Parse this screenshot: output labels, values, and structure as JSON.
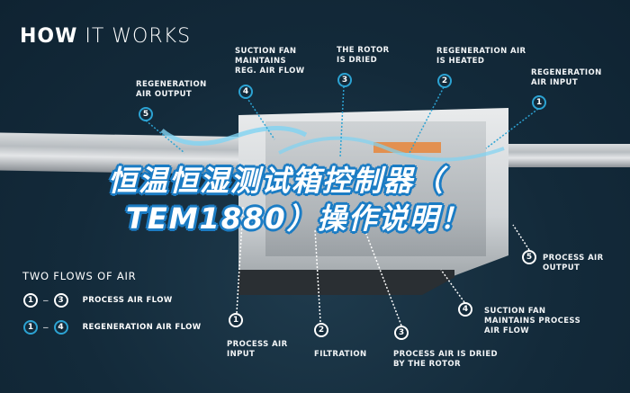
{
  "header": {
    "title_bold": "HOW",
    "title_rest": " IT WORKS"
  },
  "overlay_title": {
    "line1": "恒温恒湿测试箱控制器（",
    "line2": "TEM1880）操作说明！"
  },
  "top_labels": [
    {
      "num": "5",
      "text": "REGENERATION\nAIR OUTPUT"
    },
    {
      "num": "4",
      "text": "SUCTION FAN\nMAINTAINS\nREG. AIR FLOW"
    },
    {
      "num": "3",
      "text": "THE ROTOR\nIS DRIED"
    },
    {
      "num": "2",
      "text": "REGENERATION AIR\nIS HEATED"
    },
    {
      "num": "1",
      "text": "REGENERATION\nAIR INPUT"
    }
  ],
  "bottom_labels": [
    {
      "num": "1",
      "text": "PROCESS AIR\nINPUT"
    },
    {
      "num": "2",
      "text": "FILTRATION"
    },
    {
      "num": "3",
      "text": "PROCESS AIR IS DRIED\nBY THE ROTOR"
    },
    {
      "num": "4",
      "text": "SUCTION FAN\nMAINTAINS PROCESS\nAIR FLOW"
    },
    {
      "num": "5",
      "text": "PROCESS AIR\nOUTPUT"
    }
  ],
  "legend": {
    "title": "TWO FLOWS OF AIR",
    "rows": [
      {
        "from": "1",
        "to": "3",
        "label": "PROCESS AIR FLOW"
      },
      {
        "from": "1",
        "to": "4",
        "label": "REGENERATION AIR FLOW"
      }
    ]
  },
  "colors": {
    "background": "#132a3a",
    "accent_blue": "#2ca3d3",
    "overlay_stroke": "#1b7cc4"
  }
}
